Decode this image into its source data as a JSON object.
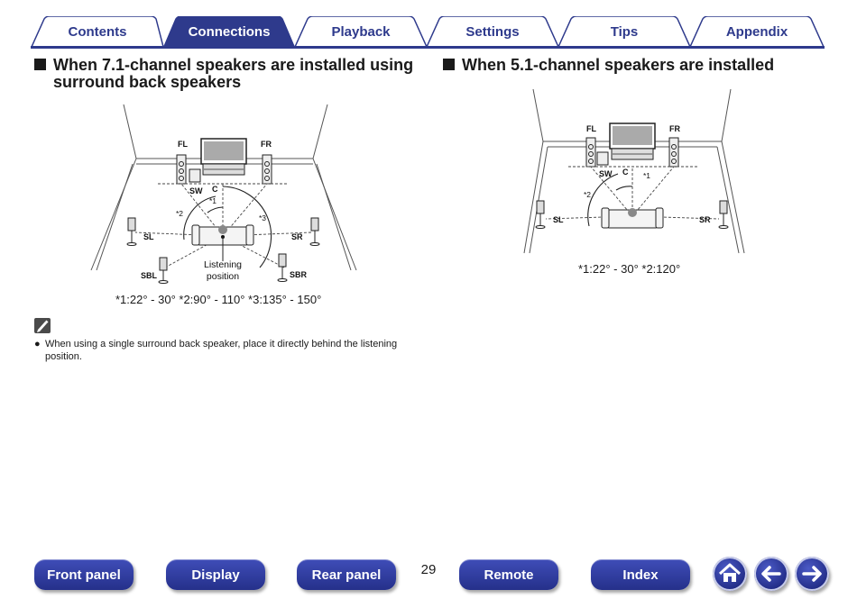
{
  "tabs": [
    {
      "label": "Contents",
      "active": false
    },
    {
      "label": "Connections",
      "active": true
    },
    {
      "label": "Playback",
      "active": false
    },
    {
      "label": "Settings",
      "active": false
    },
    {
      "label": "Tips",
      "active": false
    },
    {
      "label": "Appendix",
      "active": false
    }
  ],
  "section_7ch": {
    "title_line1": "When 7.1-channel speakers are installed using",
    "title_line2": "surround back speakers",
    "labels": {
      "fl": "FL",
      "fr": "FR",
      "sw": "SW",
      "c": "C",
      "sl": "SL",
      "sr": "SR",
      "sbl": "SBL",
      "sbr": "SBR",
      "listening_line1": "Listening",
      "listening_line2": "position",
      "mark1": "*1",
      "mark2": "*2",
      "mark3": "*3"
    },
    "angles": "*1:22° - 30°  *2:90° - 110°  *3:135° - 150°"
  },
  "section_5ch": {
    "title": "When 5.1-channel speakers are installed",
    "labels": {
      "fl": "FL",
      "fr": "FR",
      "sw": "SW",
      "c": "C",
      "sl": "SL",
      "sr": "SR",
      "mark1": "*1",
      "mark2": "*2"
    },
    "angles": "*1:22° - 30°  *2:120°"
  },
  "note": {
    "icon": "pencil-note-icon",
    "bullet": "●",
    "text": "When using a single surround back speaker, place it directly behind the listening position."
  },
  "bottom_nav": {
    "front_panel": "Front panel",
    "display": "Display",
    "rear_panel": "Rear panel",
    "page_number": "29",
    "remote": "Remote",
    "index": "Index",
    "home_icon": "home-icon",
    "back_icon": "arrow-left-icon",
    "forward_icon": "arrow-right-icon"
  },
  "colors": {
    "brand": "#2e3a8c",
    "button": "#2e3a8c"
  }
}
